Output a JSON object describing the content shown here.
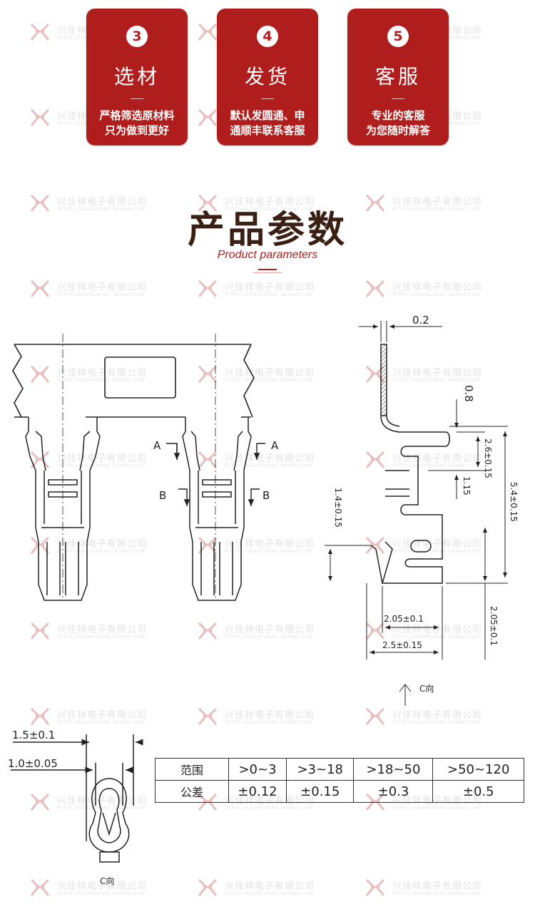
{
  "cards": [
    {
      "number": "3",
      "title": "选材",
      "desc_line1": "严格筛选原材料",
      "desc_line2": "只为做到更好"
    },
    {
      "number": "4",
      "title": "发货",
      "desc_line1": "默认发圆通、申",
      "desc_line2": "通顺丰联系客服"
    },
    {
      "number": "5",
      "title": "客服",
      "desc_line1": "专业的客服",
      "desc_line2": "为您随时解答"
    }
  ],
  "section": {
    "title": "产品参数",
    "subtitle": "Product parameters"
  },
  "watermark": {
    "company": "兴佳祥电子有限公司",
    "url": "HTTPS://XJSS000458S.TAOBAO.COM"
  },
  "drawing": {
    "thickness": "0.2",
    "dim_08": "0.8",
    "dim_26": "2.6±0.15",
    "dim_115": "1.15",
    "dim_54": "5.4±0.15",
    "dim_14": "1.4±0.15",
    "dim_205h": "2.05±0.1",
    "dim_25": "2.5±0.15",
    "dim_205v": "2.05±0.1",
    "section_a": "A",
    "section_b": "B",
    "view_c_top": "C向",
    "view_c_bottom": "C向",
    "dim_15": "1.5±0.1",
    "dim_10": "1.0±0.05"
  },
  "tolerance_table": {
    "row1": {
      "label": "范围",
      "cells": [
        ">0~3",
        ">3~18",
        ">18~50",
        ">50~120"
      ]
    },
    "row2": {
      "label": "公差",
      "cells": [
        "±0.12",
        "±0.15",
        "±0.3",
        "±0.5"
      ]
    }
  }
}
